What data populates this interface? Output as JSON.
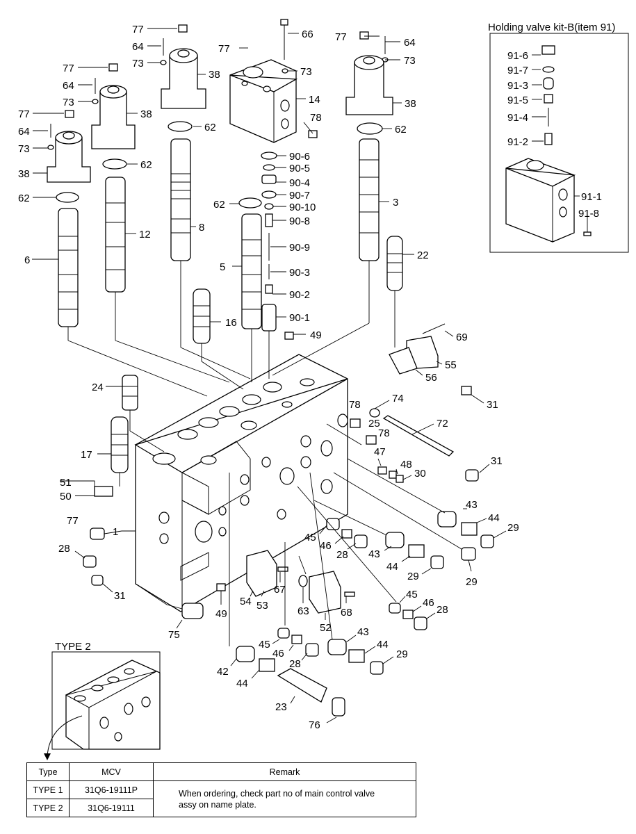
{
  "kit_title": "Holding valve kit-B(item 91)",
  "type2_label": "TYPE 2",
  "part_labels": {
    "p77": "77",
    "p64": "64",
    "p73": "73",
    "p38": "38",
    "p62": "62",
    "p6": "6",
    "p12": "12",
    "p8": "8",
    "p5": "5",
    "p3": "3",
    "p66": "66",
    "p14": "14",
    "p78": "78",
    "p90_6": "90-6",
    "p90_5": "90-5",
    "p90_4": "90-4",
    "p90_7": "90-7",
    "p90_10": "90-10",
    "p90_8": "90-8",
    "p90_9": "90-9",
    "p90_3": "90-3",
    "p90_2": "90-2",
    "p90_1": "90-1",
    "p22": "22",
    "p16": "16",
    "p49": "49",
    "p69": "69",
    "p55": "55",
    "p56": "56",
    "p24": "24",
    "p74": "74",
    "p31": "31",
    "p25": "25",
    "p72": "72",
    "p17": "17",
    "p47": "47",
    "p48": "48",
    "p30": "30",
    "p51": "51",
    "p50": "50",
    "p43": "43",
    "p44": "44",
    "p29": "29",
    "p1": "1",
    "p28": "28",
    "p45": "45",
    "p46": "46",
    "p67": "67",
    "p53": "53",
    "p54": "54",
    "p63": "63",
    "p68": "68",
    "p52": "52",
    "p75": "75",
    "p42": "42",
    "p23": "23",
    "p76": "76",
    "p91_6": "91-6",
    "p91_7": "91-7",
    "p91_3": "91-3",
    "p91_5": "91-5",
    "p91_4": "91-4",
    "p91_2": "91-2",
    "p91_1": "91-1",
    "p91_8": "91-8"
  },
  "type_table": {
    "headers": [
      "Type",
      "MCV",
      "Remark"
    ],
    "rows": [
      {
        "type": "TYPE 1",
        "mcv": "31Q6-19111P"
      },
      {
        "type": "TYPE 2",
        "mcv": "31Q6-19111"
      }
    ],
    "remark_line1": "When ordering, check part no of main control valve",
    "remark_line2": "assy on name plate."
  }
}
